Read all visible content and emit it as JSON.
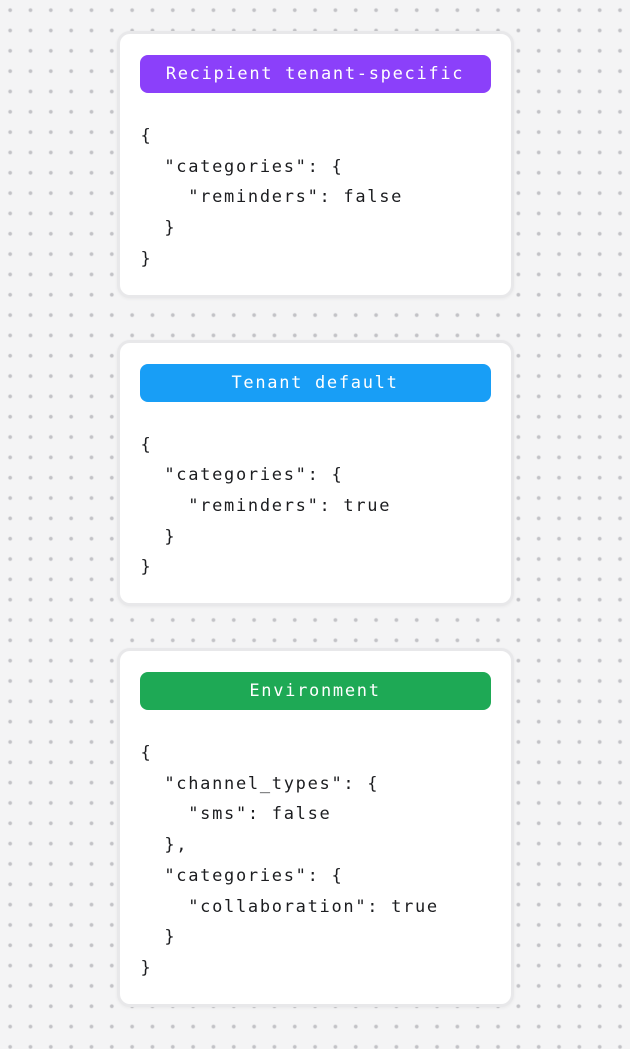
{
  "page": {
    "background_color": "#f4f4f5",
    "dot_color": "#c2c2c6",
    "card_background": "#ffffff",
    "card_border_color": "#e8e8ea",
    "code_text_color": "#1c1d20"
  },
  "cards": [
    {
      "badge": {
        "label": "Recipient tenant-specific",
        "color": "#8b40fa",
        "text_color": "#ffffff"
      },
      "code": "{\n  \"categories\": {\n    \"reminders\": false\n  }\n}"
    },
    {
      "badge": {
        "label": "Tenant default",
        "color": "#189ef6",
        "text_color": "#ffffff"
      },
      "code": "{\n  \"categories\": {\n    \"reminders\": true\n  }\n}"
    },
    {
      "badge": {
        "label": "Environment",
        "color": "#1ea955",
        "text_color": "#ffffff"
      },
      "code": "{\n  \"channel_types\": {\n    \"sms\": false\n  },\n  \"categories\": {\n    \"collaboration\": true\n  }\n}"
    }
  ]
}
